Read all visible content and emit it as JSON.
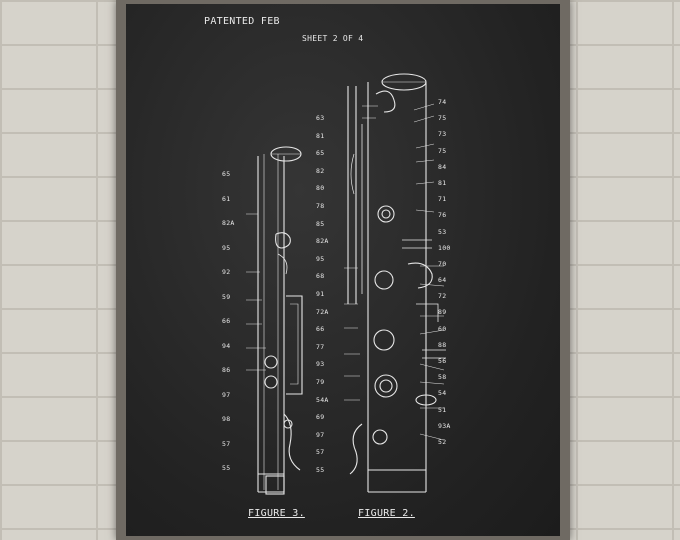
{
  "header": {
    "patented": "PATENTED FEB",
    "sheet": "SHEET 2 OF 4"
  },
  "figures": {
    "left_label": "FIGURE 3.",
    "right_label": "FIGURE 2."
  },
  "left_numbers": [
    "65",
    "61",
    "82A",
    "95",
    "92",
    "59",
    "66",
    "94",
    "86",
    "97",
    "98",
    "57",
    "55"
  ],
  "mid_numbers": [
    "63",
    "81",
    "65",
    "82",
    "80",
    "78",
    "85",
    "82A",
    "95",
    "68",
    "91",
    "72A",
    "66",
    "77",
    "93",
    "79",
    "54A",
    "69",
    "97",
    "57",
    "55"
  ],
  "right_numbers": [
    "74",
    "75",
    "73",
    "75",
    "84",
    "81",
    "71",
    "76",
    "53",
    "100",
    "70",
    "64",
    "72",
    "89",
    "60",
    "88",
    "56",
    "58",
    "54",
    "51",
    "93A",
    "52"
  ],
  "colors": {
    "board": "#262626",
    "ink": "#e9e9e9",
    "frame": "#6f6a63",
    "wall": "#d6d3cb"
  }
}
